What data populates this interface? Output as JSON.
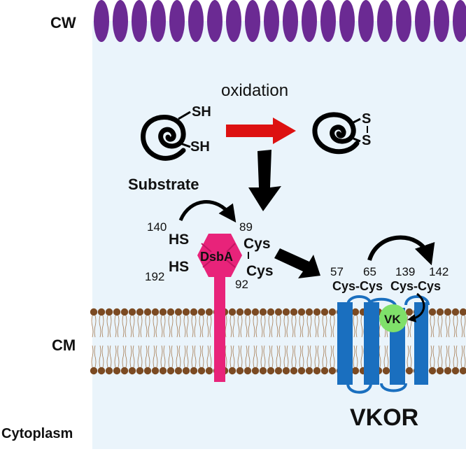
{
  "labels": {
    "cw": "CW",
    "cm": "CM",
    "cytoplasm": "Cytoplasm",
    "oxidation": "oxidation",
    "substrate": "Substrate",
    "sh": "SH",
    "s": "S",
    "hs": "HS",
    "dsba": "DsbA",
    "cys": "Cys",
    "cys_pair": "Cys-Cys",
    "vk": "VK",
    "vkor": "VKOR",
    "res_140": "140",
    "res_192": "192",
    "res_89": "89",
    "res_92": "92",
    "res_57": "57",
    "res_65": "65",
    "res_139": "139",
    "res_142": "142"
  },
  "colors": {
    "cell_wall": "#6b2a93",
    "periplasm": "#eaf4fb",
    "arrow_red": "#dd1111",
    "dsba": "#e8237a",
    "vkor": "#1a6fbf",
    "vk": "#7fe06a",
    "lipid": "#7b4a22"
  },
  "icons": {
    "substrate_reduced": "spiral-icon",
    "substrate_oxidized": "spiral-icon"
  }
}
